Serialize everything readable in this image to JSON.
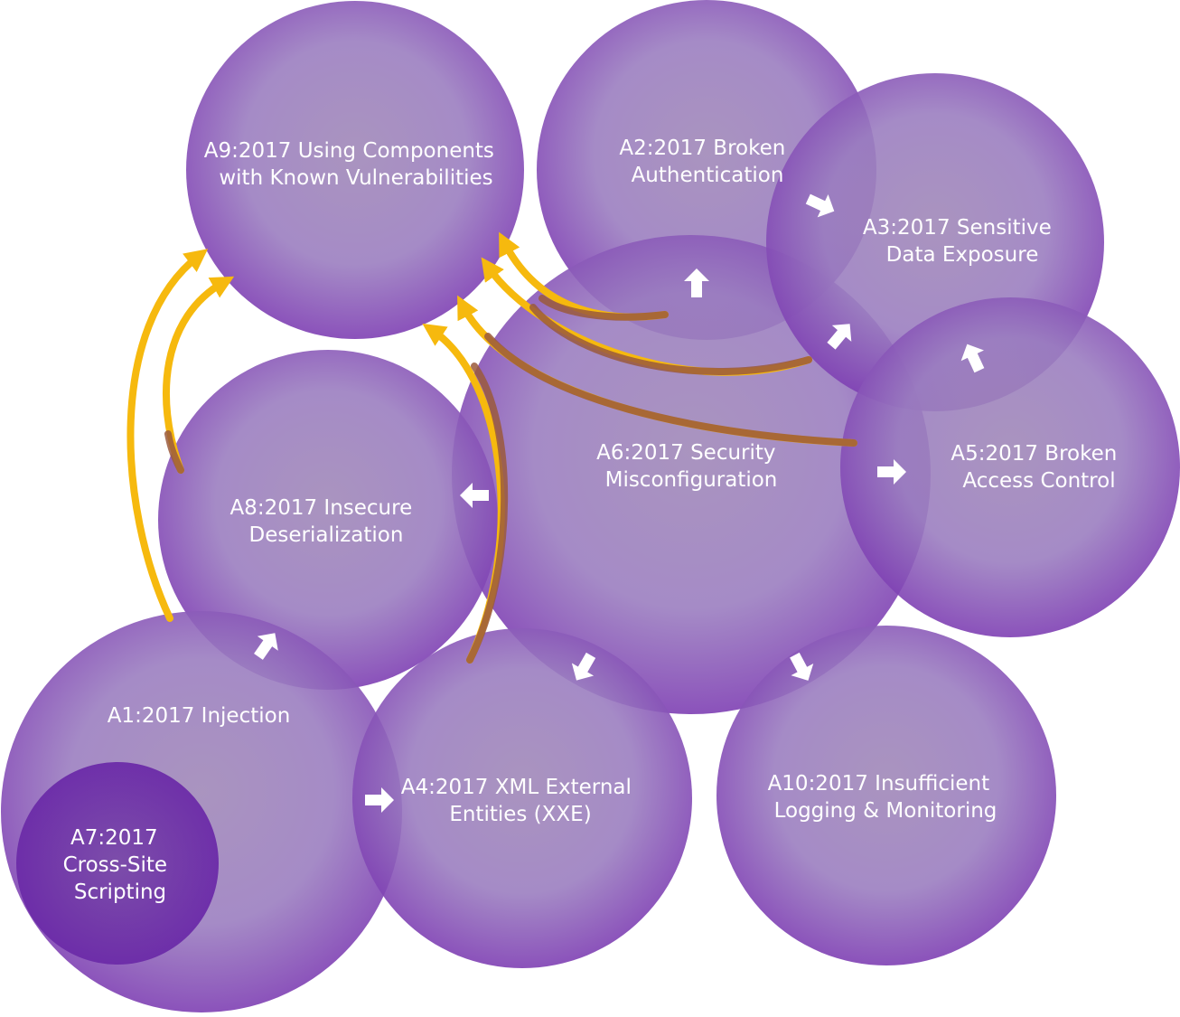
{
  "diagram": {
    "colors": {
      "circle_light": "#a78bc2",
      "circle_dark": "#7a3db0",
      "inner_circle": "#6a2aa8",
      "yellow_arrow": "#f6b90e",
      "brown_arrow": "#9b5a3c",
      "white_arrow": "#ffffff",
      "label_text": "#ffffff"
    },
    "nodes": {
      "a9": [
        "A9:2017 Using Components",
        "with Known Vulnerabilities"
      ],
      "a2": [
        "A2:2017 Broken",
        "Authentication"
      ],
      "a3": [
        "A3:2017 Sensitive",
        "Data Exposure"
      ],
      "a6": [
        "A6:2017 Security",
        "Misconfiguration"
      ],
      "a5": [
        "A5:2017 Broken",
        "Access Control"
      ],
      "a8": [
        "A8:2017 Insecure",
        "Deserialization"
      ],
      "a1": [
        "A1:2017 Injection"
      ],
      "a4": [
        "A4:2017 XML External",
        "Entities (XXE)"
      ],
      "a10": [
        "A10:2017 Insufficient",
        "Logging & Monitoring"
      ],
      "a7": [
        "A7:2017",
        "Cross-Site",
        "Scripting"
      ]
    },
    "arrow_icon": "white-block-arrow-icon"
  }
}
